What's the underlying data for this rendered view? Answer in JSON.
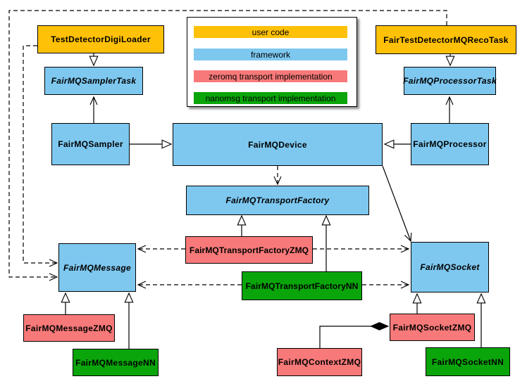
{
  "colors": {
    "user_code": "#FFC107",
    "framework": "#7EC8F0",
    "zeromq": "#F87979",
    "nanomsg": "#0AA50A",
    "border": "#000000",
    "background": "#FFFFFF"
  },
  "legend": {
    "items": [
      {
        "label": "user code",
        "color": "user_code"
      },
      {
        "label": "framework",
        "color": "framework"
      },
      {
        "label": "zeromq transport implementation",
        "color": "zeromq"
      },
      {
        "label": "nanomsg transport implementation",
        "color": "nanomsg"
      }
    ]
  },
  "nodes": {
    "testDetectorDigiLoader": {
      "label": "TestDetectorDigiLoader",
      "category": "user_code",
      "abstract": false
    },
    "fairTestDetectorMQRecoTask": {
      "label": "FairTestDetectorMQRecoTask",
      "category": "user_code",
      "abstract": false
    },
    "fairMQSamplerTask": {
      "label": "FairMQSamplerTask",
      "category": "framework",
      "abstract": true
    },
    "fairMQProcessorTask": {
      "label": "FairMQProcessorTask",
      "category": "framework",
      "abstract": true
    },
    "fairMQSampler": {
      "label": "FairMQSampler",
      "category": "framework",
      "abstract": false
    },
    "fairMQDevice": {
      "label": "FairMQDevice",
      "category": "framework",
      "abstract": false
    },
    "fairMQProcessor": {
      "label": "FairMQProcessor",
      "category": "framework",
      "abstract": false
    },
    "fairMQTransportFactory": {
      "label": "FairMQTransportFactory",
      "category": "framework",
      "abstract": true
    },
    "fairMQTransportFactoryZMQ": {
      "label": "FairMQTransportFactoryZMQ",
      "category": "zeromq",
      "abstract": false
    },
    "fairMQTransportFactoryNN": {
      "label": "FairMQTransportFactoryNN",
      "category": "nanomsg",
      "abstract": false
    },
    "fairMQMessage": {
      "label": "FairMQMessage",
      "category": "framework",
      "abstract": true
    },
    "fairMQSocket": {
      "label": "FairMQSocket",
      "category": "framework",
      "abstract": true
    },
    "fairMQMessageZMQ": {
      "label": "FairMQMessageZMQ",
      "category": "zeromq",
      "abstract": false
    },
    "fairMQMessageNN": {
      "label": "FairMQMessageNN",
      "category": "nanomsg",
      "abstract": false
    },
    "fairMQContextZMQ": {
      "label": "FairMQContextZMQ",
      "category": "zeromq",
      "abstract": false
    },
    "fairMQSocketZMQ": {
      "label": "FairMQSocketZMQ",
      "category": "zeromq",
      "abstract": false
    },
    "fairMQSocketNN": {
      "label": "FairMQSocketNN",
      "category": "nanomsg",
      "abstract": false
    }
  },
  "edges": [
    {
      "from": "TestDetectorDigiLoader",
      "to": "FairMQSamplerTask",
      "type": "inheritance"
    },
    {
      "from": "FairTestDetectorMQRecoTask",
      "to": "FairMQProcessorTask",
      "type": "inheritance"
    },
    {
      "from": "FairMQSampler",
      "to": "FairMQDevice",
      "type": "inheritance"
    },
    {
      "from": "FairMQProcessor",
      "to": "FairMQDevice",
      "type": "inheritance"
    },
    {
      "from": "FairMQTransportFactoryZMQ",
      "to": "FairMQTransportFactory",
      "type": "inheritance"
    },
    {
      "from": "FairMQTransportFactoryNN",
      "to": "FairMQTransportFactory",
      "type": "inheritance"
    },
    {
      "from": "FairMQMessageZMQ",
      "to": "FairMQMessage",
      "type": "inheritance"
    },
    {
      "from": "FairMQMessageNN",
      "to": "FairMQMessage",
      "type": "inheritance"
    },
    {
      "from": "FairMQSocketZMQ",
      "to": "FairMQSocket",
      "type": "inheritance"
    },
    {
      "from": "FairMQSocketNN",
      "to": "FairMQSocket",
      "type": "inheritance"
    },
    {
      "from": "FairMQSampler",
      "to": "FairMQSamplerTask",
      "type": "association"
    },
    {
      "from": "FairMQProcessor",
      "to": "FairMQProcessorTask",
      "type": "association"
    },
    {
      "from": "FairMQDevice",
      "to": "FairMQSocket",
      "type": "association"
    },
    {
      "from": "FairMQDevice",
      "to": "FairMQTransportFactory",
      "type": "dependency"
    },
    {
      "from": "FairMQTransportFactoryZMQ",
      "to": "FairMQMessage",
      "type": "dependency"
    },
    {
      "from": "FairMQTransportFactoryNN",
      "to": "FairMQMessage",
      "type": "dependency"
    },
    {
      "from": "FairMQTransportFactoryZMQ",
      "to": "FairMQSocket",
      "type": "dependency"
    },
    {
      "from": "FairMQTransportFactoryNN",
      "to": "FairMQSocket",
      "type": "dependency"
    },
    {
      "from": "FairTestDetectorMQRecoTask",
      "to": "FairMQMessage",
      "type": "dependency"
    },
    {
      "from": "TestDetectorDigiLoader",
      "to": "FairMQMessage",
      "type": "dependency"
    },
    {
      "from": "FairMQContextZMQ",
      "to": "FairMQSocketZMQ",
      "type": "composition"
    }
  ]
}
